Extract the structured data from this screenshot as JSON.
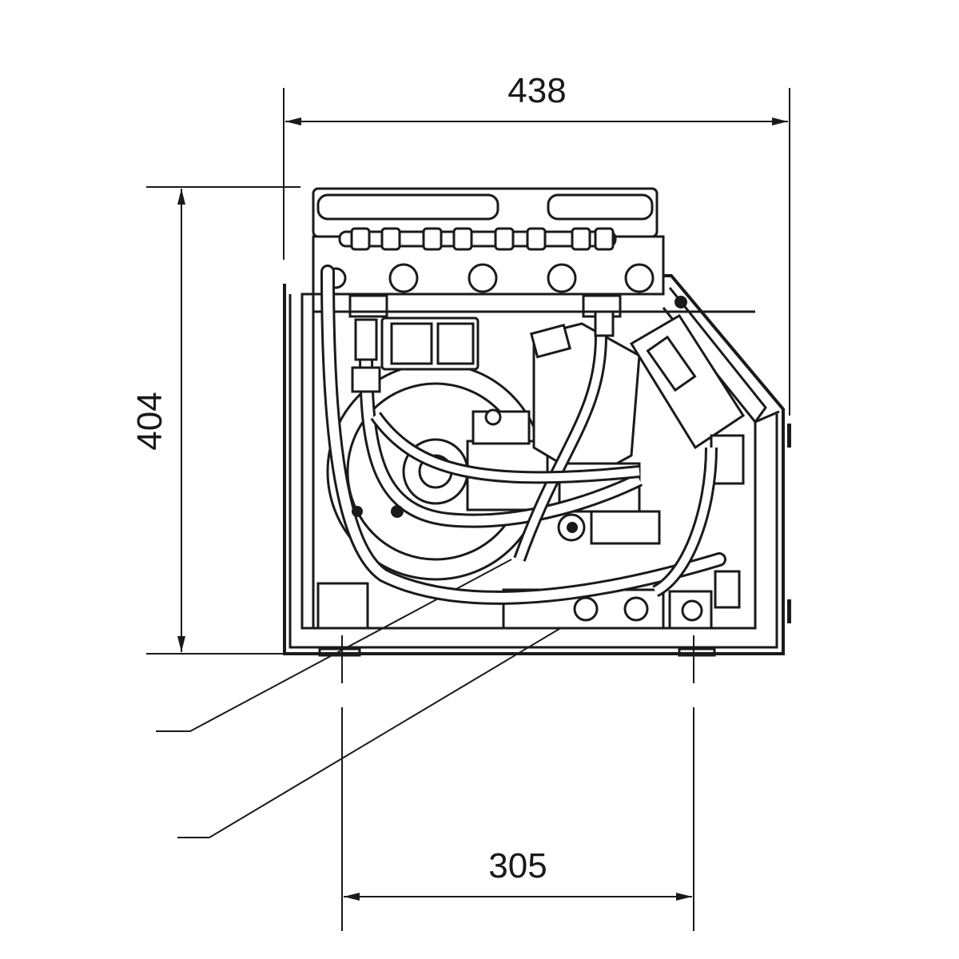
{
  "drawing": {
    "dimensions": {
      "width_top": "438",
      "height_left": "404",
      "width_bottom": "305"
    }
  }
}
